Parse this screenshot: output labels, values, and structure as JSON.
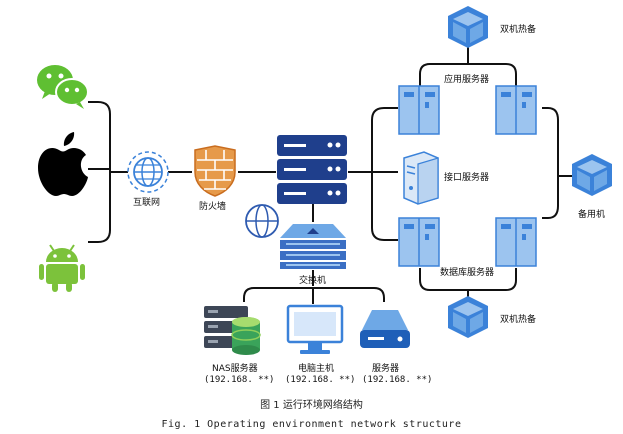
{
  "nodes": {
    "internet": "互联网",
    "firewall": "防火墙",
    "switch": "交换机",
    "hot_standby_top": "双机热备",
    "hot_standby_bottom": "双机热备",
    "app_servers": "应用服务器",
    "api_server": "接口服务器",
    "db_servers": "数据库服务器",
    "backup": "备用机",
    "nas": "NAS服务器",
    "nas_ip": "(192.168. **)",
    "pc": "电脑主机",
    "pc_ip": "(192.168. **)",
    "server": "服务器",
    "server_ip": "(192.168. **)"
  },
  "caption": {
    "cn": "图 1 运行环境网络结构",
    "en": "Fig. 1  Operating environment network structure"
  },
  "colors": {
    "line": "#111111",
    "blue": "#3b82d9",
    "blue_light": "#9cc4ef",
    "navy": "#1f3f8c",
    "wechat_green": "#5fbf32",
    "android_green": "#7cc23b",
    "firewall_orange": "#e69a4a"
  }
}
